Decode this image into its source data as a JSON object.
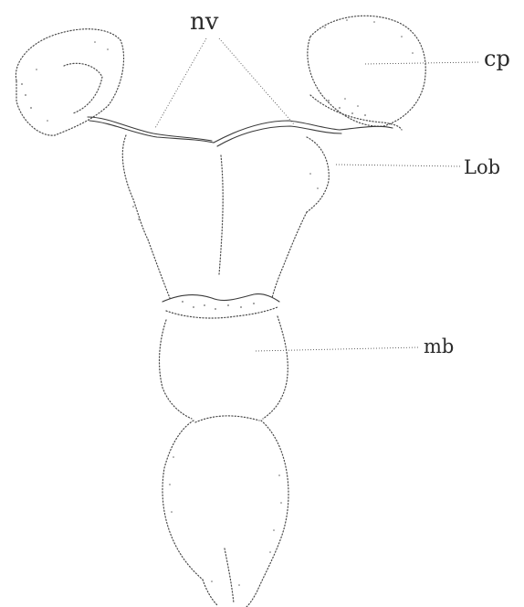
{
  "labels": {
    "nv": "nv",
    "cp": "cp",
    "lob": "Lob",
    "mb": "mb"
  },
  "colors": {
    "ink": "#3a3a3a",
    "background": "#ffffff"
  }
}
